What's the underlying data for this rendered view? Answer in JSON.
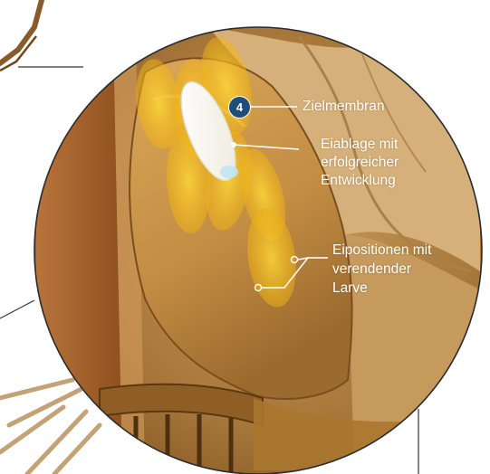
{
  "marker": {
    "number": "4",
    "color": "#1f4f78"
  },
  "labels": {
    "target_membrane": "Zielmembran",
    "egg_success_line1": "Eiablage mit",
    "egg_success_line2": "erfolgreicher",
    "egg_success_line3": "Entwicklung",
    "egg_dead_line1": "Eipositionen mit",
    "egg_dead_line2": "verendender",
    "egg_dead_line3": "Larve"
  },
  "colors": {
    "circle_border": "#2b2b2b",
    "background_brown": "#9a6a2a",
    "egg_white": "#f7f4ea",
    "egg_highlight": "#bfe6f2",
    "yellow_egg_positions": "#f5c21a",
    "label_text": "#ffffff"
  }
}
